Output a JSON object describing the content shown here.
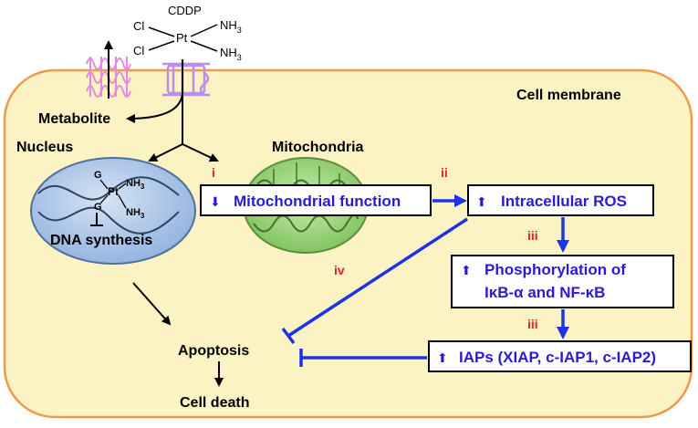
{
  "drug": {
    "name": "CDDP",
    "ligand_cl_top": "Cl",
    "ligand_cl_bottom": "Cl",
    "ligand_nh3_top": "NH",
    "ligand_nh3_bottom": "NH",
    "subscript": "3",
    "center": "Pt"
  },
  "labels": {
    "cell_membrane": "Cell membrane",
    "metabolite": "Metabolite",
    "nucleus": "Nucleus",
    "mitochondria": "Mitochondria",
    "dna_synthesis": "DNA synthesis",
    "apoptosis": "Apoptosis",
    "cell_death": "Cell death"
  },
  "adduct": {
    "g_top": "G",
    "g_bottom": "G",
    "pt": "Pt",
    "nh3_top": "NH",
    "nh3_bottom": "NH",
    "subscript": "3"
  },
  "steps": {
    "i": "i",
    "ii": "ii",
    "iii_1": "iii",
    "iii_2": "iii",
    "iv": "iv"
  },
  "boxes": {
    "mito_function": {
      "arrow": "⬇",
      "text": "Mitochondrial function"
    },
    "ros": {
      "arrow": "⬆",
      "text": "Intracellular ROS"
    },
    "phospho": {
      "arrow": "⬆",
      "line1": "Phosphorylation of",
      "line2": "IκB-α and NF-κB"
    },
    "iaps": {
      "arrow": "⬆",
      "text": "IAPs (XIAP, c-IAP1, c-IAP2)"
    }
  },
  "colors": {
    "cell_fill": "#fbf3c4",
    "cell_border": "#ef9a4b",
    "nucleus_fill": "#a9c5e8",
    "mito_fill": "#9bd47a",
    "pathway_blue": "#1e33e6",
    "box_text": "#2a1ad6",
    "step_red": "#d9232a",
    "transporter_pink": "#e68ae0",
    "transporter_purple": "#b88ee6"
  }
}
